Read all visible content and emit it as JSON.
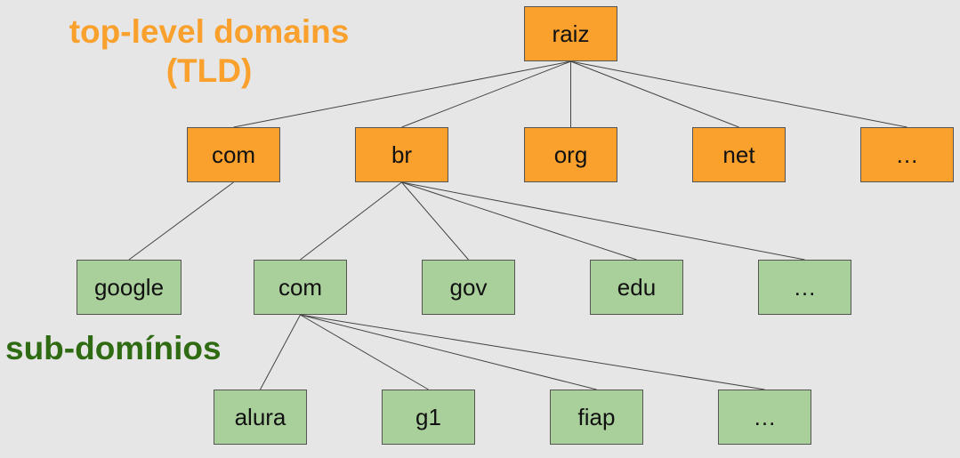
{
  "colors": {
    "background": "#e6e6e6",
    "tld_fill": "#f9a02d",
    "sub_fill": "#a9cf9b",
    "tld_heading": "#f9a02d",
    "sub_heading": "#2e6b12"
  },
  "headings": {
    "tld_line1": "top-level domains",
    "tld_line2": "(TLD)",
    "sub": "sub-domínios"
  },
  "nodes": {
    "raiz": "raiz",
    "com": "com",
    "br": "br",
    "org": "org",
    "net": "net",
    "tld_more": "…",
    "google": "google",
    "br_com": "com",
    "gov": "gov",
    "edu": "edu",
    "br_more": "…",
    "alura": "alura",
    "g1": "g1",
    "fiap": "fiap",
    "com_more": "…"
  },
  "edges": [
    [
      "raiz",
      "com"
    ],
    [
      "raiz",
      "br"
    ],
    [
      "raiz",
      "org"
    ],
    [
      "raiz",
      "net"
    ],
    [
      "raiz",
      "tld_more"
    ],
    [
      "com",
      "google"
    ],
    [
      "br",
      "br_com"
    ],
    [
      "br",
      "gov"
    ],
    [
      "br",
      "edu"
    ],
    [
      "br",
      "br_more"
    ],
    [
      "br_com",
      "alura"
    ],
    [
      "br_com",
      "g1"
    ],
    [
      "br_com",
      "fiap"
    ],
    [
      "br_com",
      "com_more"
    ]
  ]
}
